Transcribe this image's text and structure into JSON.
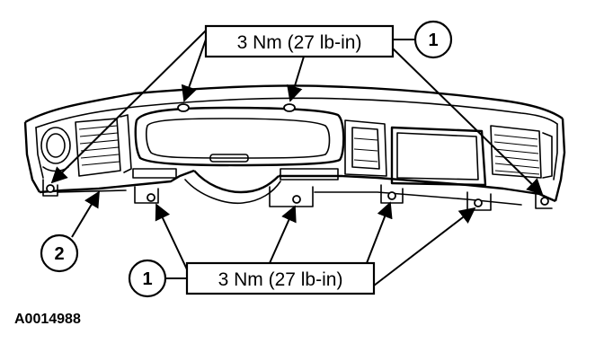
{
  "callouts": {
    "top_torque": "3 Nm (27 lb-in)",
    "bottom_torque": "3 Nm (27 lb-in)",
    "top_number": "1",
    "bottom_number": "1",
    "panel_number": "2"
  },
  "figure_id": "A0014988",
  "colors": {
    "ink": "#000000",
    "background": "#ffffff"
  },
  "icons": [
    "arrowhead-icon",
    "screw-icon",
    "callout-circle"
  ]
}
